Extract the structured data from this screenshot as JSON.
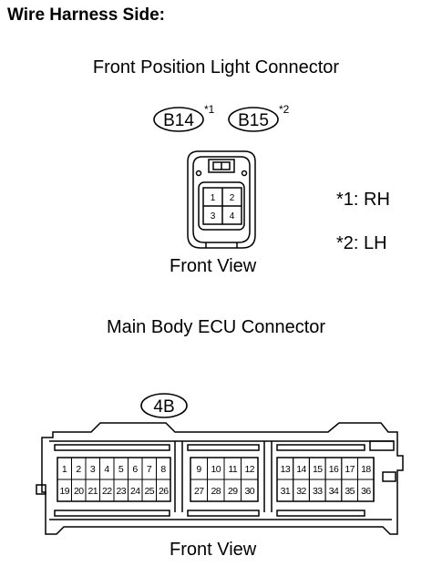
{
  "heading": "Wire Harness Side:",
  "front_position_light": {
    "title": "Front Position Light Connector",
    "codes": [
      {
        "code": "B14",
        "note": "*1"
      },
      {
        "code": "B15",
        "note": "*2"
      }
    ],
    "pins": [
      "1",
      "2",
      "3",
      "4"
    ],
    "view_label": "Front View",
    "notes": [
      "*1: RH",
      "*2: LH"
    ]
  },
  "main_body_ecu": {
    "title": "Main Body ECU Connector",
    "code": "4B",
    "pins_left": [
      [
        "1",
        "2",
        "3",
        "4",
        "5",
        "6",
        "7",
        "8"
      ],
      [
        "19",
        "20",
        "21",
        "22",
        "23",
        "24",
        "25",
        "26"
      ]
    ],
    "pins_mid": [
      [
        "9",
        "10",
        "11",
        "12"
      ],
      [
        "27",
        "28",
        "29",
        "30"
      ]
    ],
    "pins_right": [
      [
        "13",
        "14",
        "15",
        "16",
        "17",
        "18"
      ],
      [
        "31",
        "32",
        "33",
        "34",
        "35",
        "36"
      ]
    ],
    "view_label": "Front View"
  }
}
